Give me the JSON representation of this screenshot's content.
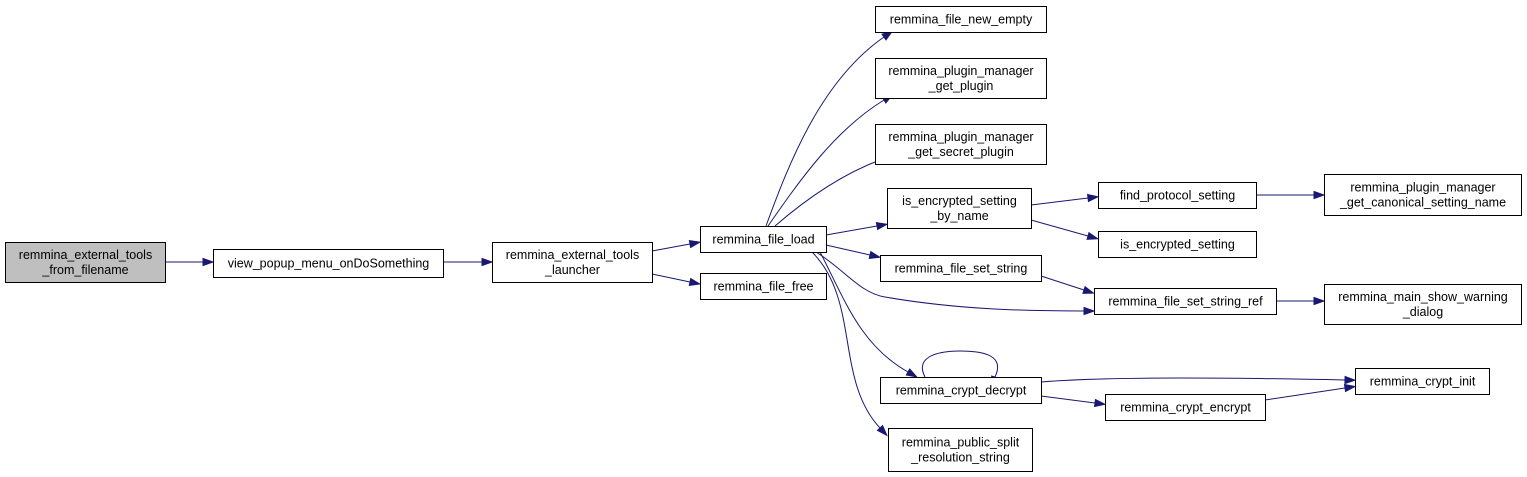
{
  "diagram": {
    "nodes": [
      {
        "id": "n_root",
        "lines": [
          "remmina_external_tools",
          "_from_filename"
        ],
        "root": true
      },
      {
        "id": "n_popup",
        "lines": [
          "view_popup_menu_onDoSomething"
        ]
      },
      {
        "id": "n_launcher",
        "lines": [
          "remmina_external_tools",
          "_launcher"
        ]
      },
      {
        "id": "n_load",
        "lines": [
          "remmina_file_load"
        ]
      },
      {
        "id": "n_free",
        "lines": [
          "remmina_file_free"
        ]
      },
      {
        "id": "n_new_empty",
        "lines": [
          "remmina_file_new_empty"
        ]
      },
      {
        "id": "n_get_plugin",
        "lines": [
          "remmina_plugin_manager",
          "_get_plugin"
        ]
      },
      {
        "id": "n_secret_plugin",
        "lines": [
          "remmina_plugin_manager",
          "_get_secret_plugin"
        ]
      },
      {
        "id": "n_enc_by_name",
        "lines": [
          "is_encrypted_setting",
          "_by_name"
        ]
      },
      {
        "id": "n_set_string",
        "lines": [
          "remmina_file_set_string"
        ]
      },
      {
        "id": "n_decrypt",
        "lines": [
          "remmina_crypt_decrypt"
        ]
      },
      {
        "id": "n_split_res",
        "lines": [
          "remmina_public_split",
          "_resolution_string"
        ]
      },
      {
        "id": "n_find_proto",
        "lines": [
          "find_protocol_setting"
        ]
      },
      {
        "id": "n_is_enc",
        "lines": [
          "is_encrypted_setting"
        ]
      },
      {
        "id": "n_set_string_ref",
        "lines": [
          "remmina_file_set_string_ref"
        ]
      },
      {
        "id": "n_encrypt",
        "lines": [
          "remmina_crypt_encrypt"
        ]
      },
      {
        "id": "n_canonical",
        "lines": [
          "remmina_plugin_manager",
          "_get_canonical_setting_name"
        ]
      },
      {
        "id": "n_warning",
        "lines": [
          "remmina_main_show_warning",
          "_dialog"
        ]
      },
      {
        "id": "n_crypt_init",
        "lines": [
          "remmina_crypt_init"
        ]
      }
    ],
    "edges": [
      {
        "from": "n_root",
        "to": "n_popup"
      },
      {
        "from": "n_popup",
        "to": "n_launcher"
      },
      {
        "from": "n_launcher",
        "to": "n_load"
      },
      {
        "from": "n_launcher",
        "to": "n_free"
      },
      {
        "from": "n_load",
        "to": "n_new_empty"
      },
      {
        "from": "n_load",
        "to": "n_get_plugin"
      },
      {
        "from": "n_load",
        "to": "n_secret_plugin"
      },
      {
        "from": "n_load",
        "to": "n_enc_by_name"
      },
      {
        "from": "n_load",
        "to": "n_set_string"
      },
      {
        "from": "n_load",
        "to": "n_set_string_ref"
      },
      {
        "from": "n_load",
        "to": "n_decrypt"
      },
      {
        "from": "n_load",
        "to": "n_split_res"
      },
      {
        "from": "n_enc_by_name",
        "to": "n_find_proto"
      },
      {
        "from": "n_enc_by_name",
        "to": "n_is_enc"
      },
      {
        "from": "n_find_proto",
        "to": "n_canonical"
      },
      {
        "from": "n_set_string",
        "to": "n_set_string_ref"
      },
      {
        "from": "n_set_string_ref",
        "to": "n_warning"
      },
      {
        "from": "n_decrypt",
        "to": "n_decrypt"
      },
      {
        "from": "n_decrypt",
        "to": "n_crypt_init"
      },
      {
        "from": "n_decrypt",
        "to": "n_encrypt"
      },
      {
        "from": "n_encrypt",
        "to": "n_crypt_init"
      }
    ]
  }
}
